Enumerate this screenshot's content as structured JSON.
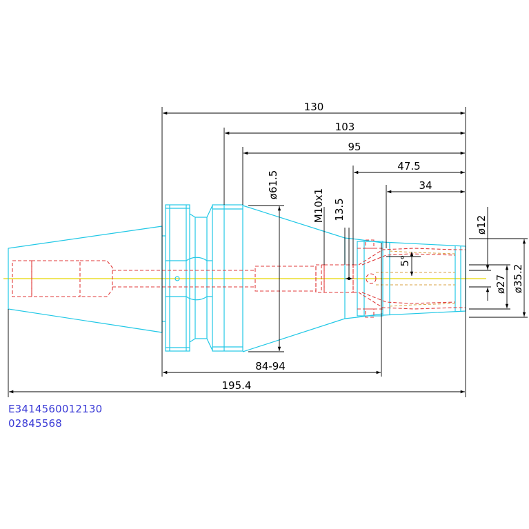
{
  "dimensions": {
    "overall_length": "195.4",
    "total": "130",
    "flange": "103",
    "taper_start": "95",
    "collet_end": "47.5",
    "nose": "34",
    "gauge_range": "84-94",
    "flange_diameter": "ø61.5",
    "thread": "M10x1",
    "thread_depth": "13.5",
    "angle": "5°",
    "bore_diameter": "ø12",
    "collet_diameter": "ø27",
    "nose_diameter": "ø35.2"
  },
  "codes": {
    "line1": "E3414560012130",
    "line2": "02845568"
  },
  "colors": {
    "outline": "#22c8e6",
    "hidden": "#e03838",
    "centerline": "#e8d800",
    "dimension": "#000000",
    "code_text": "#3b3bd6",
    "collet": "#d8a040"
  }
}
